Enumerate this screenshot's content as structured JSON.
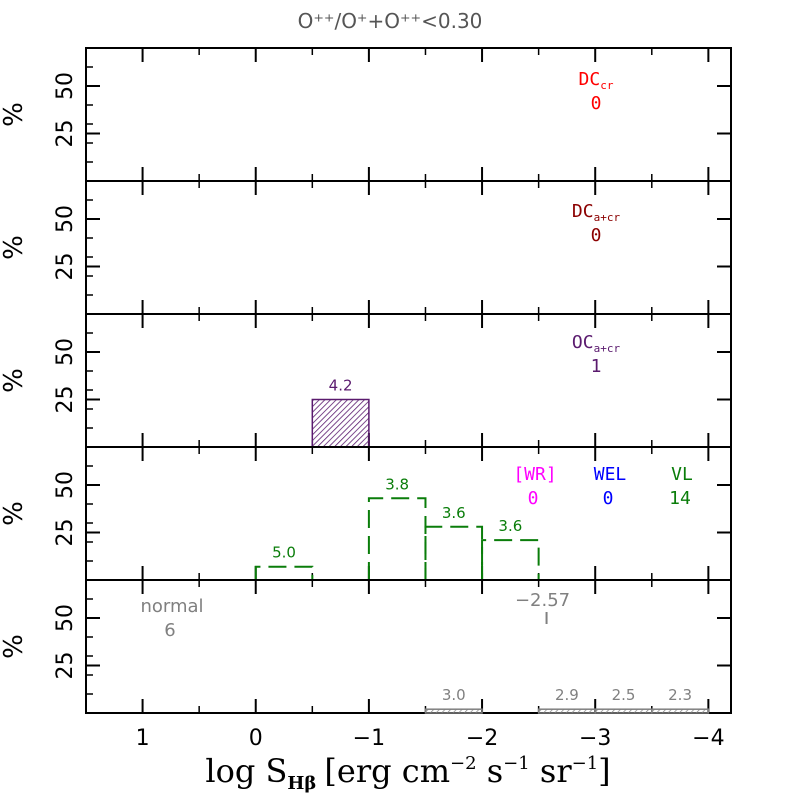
{
  "title": "O⁺⁺/O⁺+O⁺⁺<0.30",
  "chart_data": {
    "type": "bar",
    "xlabel_main": "log S",
    "xlabel_sub": "Hβ",
    "xlabel_unit": "[erg cm",
    "xlabel_exp1": "−2",
    "xlabel_mid": " s",
    "xlabel_exp2": "−1",
    "xlabel_sr": " sr",
    "xlabel_exp3": "−1",
    "xlabel_end": "]",
    "xlim": [
      1.5,
      -4.2
    ],
    "x_ticks": [
      {
        "value": 1,
        "label": "1"
      },
      {
        "value": 0,
        "label": "0"
      },
      {
        "value": -1,
        "label": "−1"
      },
      {
        "value": -2,
        "label": "−2"
      },
      {
        "value": -3,
        "label": "−3"
      },
      {
        "value": -4,
        "label": "−4"
      }
    ],
    "panels": [
      {
        "ylabel": "%",
        "y_ticks": [
          "50",
          "25"
        ],
        "color": "#ff0000",
        "style": "none",
        "legend": [
          {
            "name": "DC",
            "sub": "cr",
            "count": "0",
            "color": "#ff0000",
            "font": "mono"
          }
        ],
        "bins": []
      },
      {
        "ylabel": "%",
        "y_ticks": [
          "50",
          "25"
        ],
        "color": "#8b0000",
        "style": "none",
        "legend": [
          {
            "name": "DC",
            "sub": "a+cr",
            "count": "0",
            "color": "#8b0000",
            "font": "mono"
          }
        ],
        "bins": []
      },
      {
        "ylabel": "%",
        "y_ticks": [
          "50",
          "25"
        ],
        "color": "#5a1a6e",
        "style": "hatched",
        "legend": [
          {
            "name": "OC",
            "sub": "a+cr",
            "count": "1",
            "color": "#5a1a6e",
            "font": "mono"
          }
        ],
        "bins": [
          {
            "x0": -0.5,
            "x1": -1.0,
            "value": 25,
            "label": "4.2"
          }
        ]
      },
      {
        "ylabel": "%",
        "y_ticks": [
          "50",
          "25"
        ],
        "color": "#0a7d0a",
        "style": "dashed",
        "legend": [
          {
            "name": "[WR]",
            "sub": "",
            "count": "0",
            "color": "#ff00ff",
            "font": "mono"
          },
          {
            "name": "WEL",
            "sub": "",
            "count": "0",
            "color": "#0000ff",
            "font": "mono"
          },
          {
            "name": "VL",
            "sub": "",
            "count": "14",
            "color": "#0a7d0a",
            "font": "mono"
          }
        ],
        "bins": [
          {
            "x0": 0.0,
            "x1": -0.5,
            "value": 7,
            "label": "5.0"
          },
          {
            "x0": -1.0,
            "x1": -1.5,
            "value": 43,
            "label": "3.8"
          },
          {
            "x0": -1.5,
            "x1": -2.0,
            "value": 28,
            "label": "3.6"
          },
          {
            "x0": -2.0,
            "x1": -2.5,
            "value": 21,
            "label": "3.6"
          }
        ]
      },
      {
        "ylabel": "%",
        "y_ticks": [
          "50",
          "25"
        ],
        "color": "#808080",
        "style": "hatched",
        "legend": [
          {
            "name": "normal",
            "sub": "",
            "count": "6",
            "color": "#808080",
            "font": "sans"
          }
        ],
        "marker": {
          "x": -2.57,
          "label": "−2.57"
        },
        "bins": [
          {
            "x0": -1.5,
            "x1": -2.0,
            "value": 2,
            "label": "3.0"
          },
          {
            "x0": -2.5,
            "x1": -3.0,
            "value": 2,
            "label": "2.9"
          },
          {
            "x0": -3.0,
            "x1": -3.5,
            "value": 2,
            "label": "2.5"
          },
          {
            "x0": -3.5,
            "x1": -4.0,
            "value": 2,
            "label": "2.3"
          }
        ]
      }
    ]
  }
}
